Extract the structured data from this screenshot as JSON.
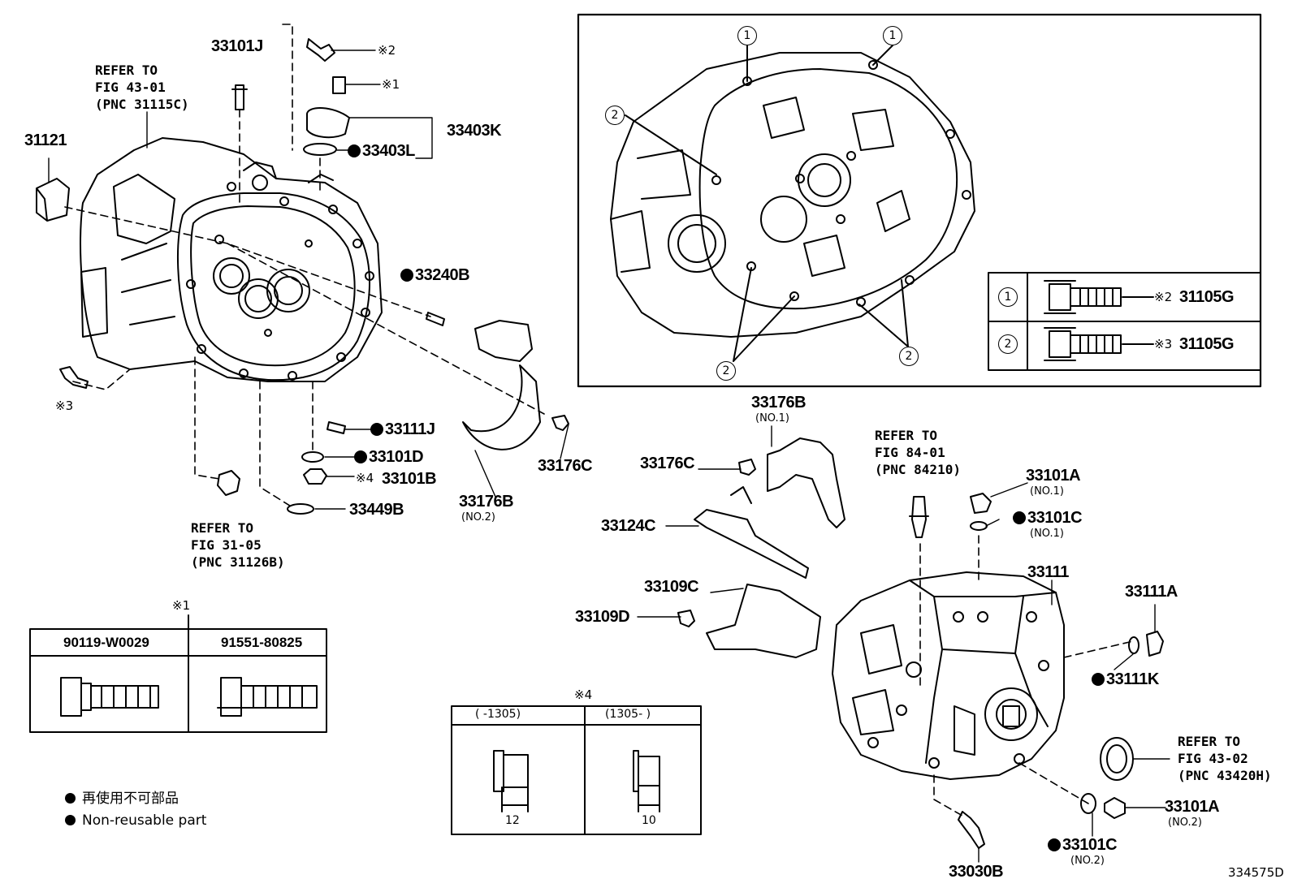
{
  "labels": {
    "p33101J": "33101J",
    "p31121": "31121",
    "p33403K": "33403K",
    "p33403L": "33403L",
    "p33240B": "33240B",
    "p33111J": "33111J",
    "p33101D": "33101D",
    "p33101B": "33101B",
    "p33449B": "33449B",
    "p33176B_2": "33176B",
    "p33176C_a": "33176C",
    "p33176B_1": "33176B",
    "p33176C_b": "33176C",
    "p33124C": "33124C",
    "p33109C": "33109C",
    "p33109D": "33109D",
    "p33101A_1": "33101A",
    "p33101C_1": "33101C",
    "p33111": "33111",
    "p33111A": "33111A",
    "p33111K": "33111K",
    "p33101A_2": "33101A",
    "p33101C_2": "33101C",
    "p33030B": "33030B"
  },
  "sublabels": {
    "no2_a": "(NO.2)",
    "no1_a": "(NO.1)",
    "no1_b": "(NO.1)",
    "no1_c": "(NO.1)",
    "no2_b": "(NO.2)",
    "no2_c": "(NO.2)"
  },
  "marks": {
    "m2": "※2",
    "m1": "※1",
    "m3": "※3",
    "m4": "※4",
    "m1_title": "※1",
    "m4_title": "※4"
  },
  "refs": {
    "ref1": [
      "REFER TO",
      "FIG 43-01",
      "(PNC 31115C)"
    ],
    "ref2": [
      "REFER TO",
      "FIG 31-05",
      "(PNC 31126B)"
    ],
    "ref3": [
      "REFER TO",
      "FIG 84-01",
      "(PNC 84210)"
    ],
    "ref4": [
      "REFER TO",
      "FIG 43-02",
      "(PNC 43420H)"
    ]
  },
  "inset": {
    "circle1": "1",
    "circle2": "2",
    "row1_mark": "※2",
    "row1_part": "31105G",
    "row2_mark": "※3",
    "row2_part": "31105G"
  },
  "table1": {
    "col1": "90119-W0029",
    "col2": "91551-80825"
  },
  "table4": {
    "col1": "(    -1305)",
    "col2": "(1305-      )",
    "dim1": "12",
    "dim2": "10"
  },
  "legend": {
    "line_jp": "再使用不可部品",
    "line_en": "Non-reusable part"
  },
  "drawing_number": "334575D"
}
